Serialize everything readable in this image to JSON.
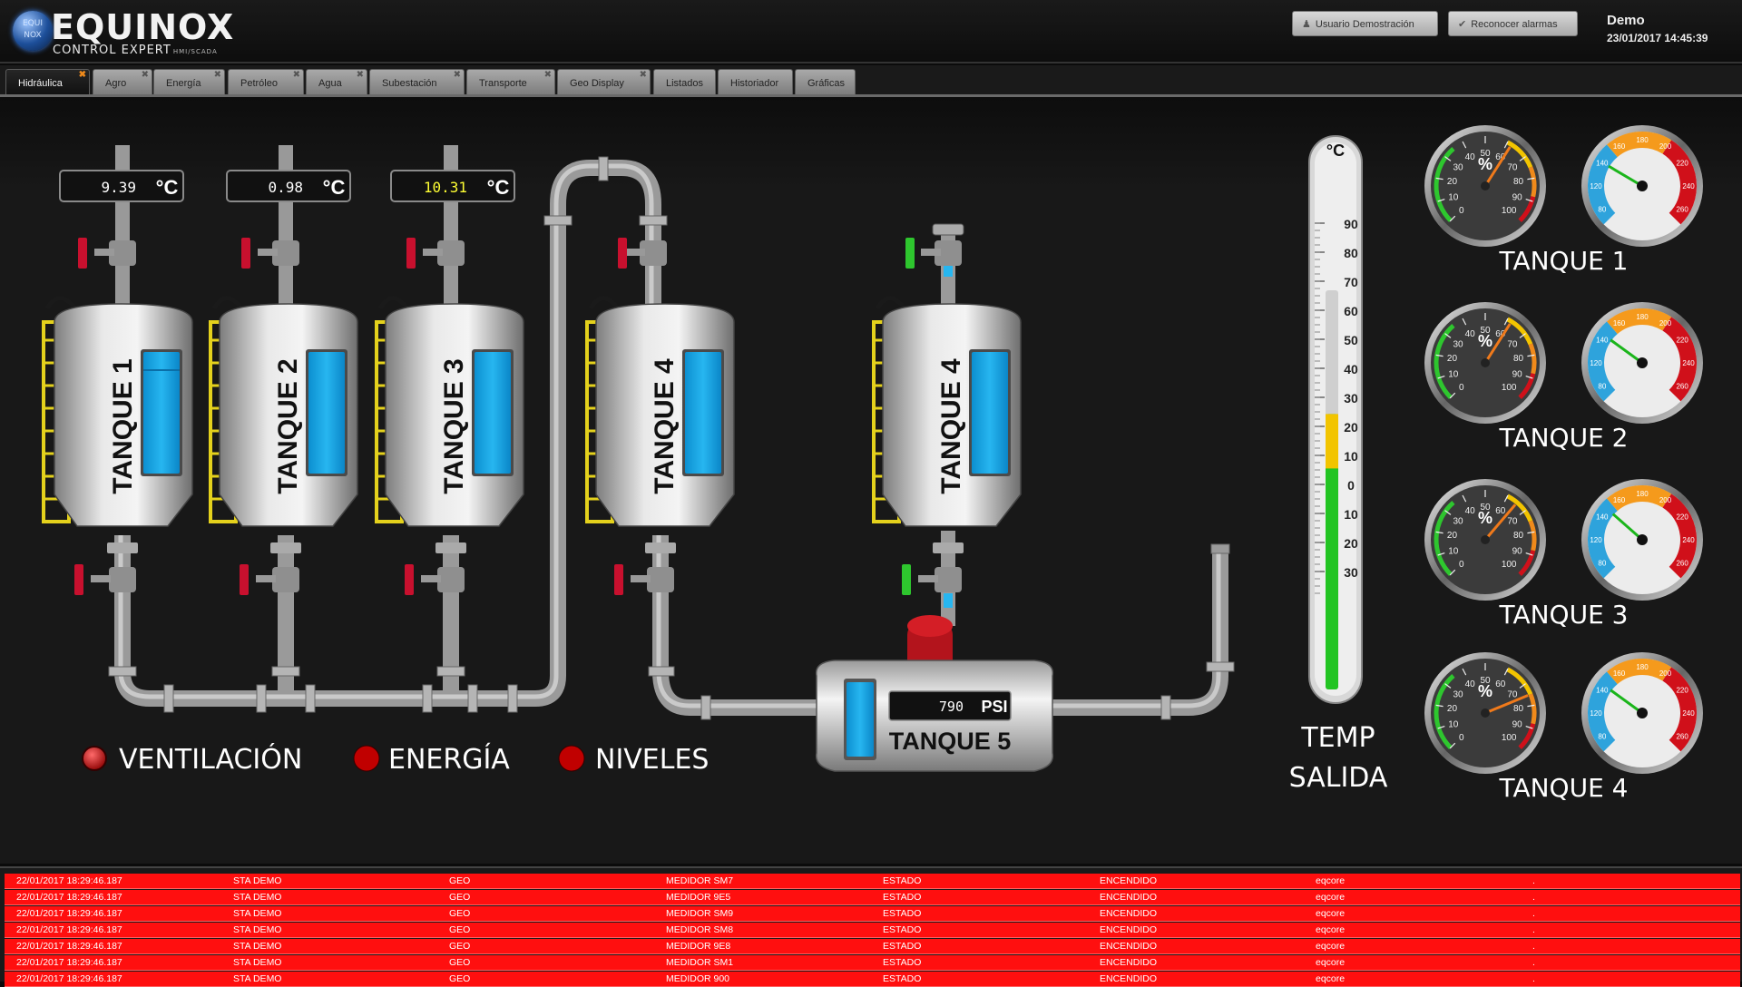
{
  "app": {
    "logo_title": "EQUINOX",
    "logo_subtitle": "CONTROL EXPERT",
    "logo_badge": "HMI/SCADA",
    "logo_ball_line1": "EQUI",
    "logo_ball_line2": "NOX"
  },
  "header": {
    "user_button": "Usuario Demostración",
    "ack_button": "Reconocer alarmas",
    "user_name": "Demo",
    "datetime": "23/01/2017 14:45:39"
  },
  "tabs": [
    {
      "label": "Hidráulica",
      "active": true
    },
    {
      "label": "Agro"
    },
    {
      "label": "Energía"
    },
    {
      "label": "Petróleo"
    },
    {
      "label": "Agua"
    },
    {
      "label": "Subestación"
    },
    {
      "label": "Transporte"
    },
    {
      "label": "Geo Display"
    },
    {
      "label": "Listados"
    },
    {
      "label": "Historiador"
    },
    {
      "label": "Gráficas"
    }
  ],
  "process": {
    "temps": [
      {
        "value": "9.39",
        "unit": "°C",
        "color": "#ffffff"
      },
      {
        "value": "0.98",
        "unit": "°C",
        "color": "#ffffff"
      },
      {
        "value": "10.31",
        "unit": "°C",
        "color": "#ffff33"
      }
    ],
    "tanks": [
      {
        "label": "TANQUE 1",
        "level": 0.85
      },
      {
        "label": "TANQUE 2",
        "level": 1.0
      },
      {
        "label": "TANQUE 3",
        "level": 1.0
      },
      {
        "label": "TANQUE 4",
        "level": 1.0
      },
      {
        "label": "TANQUE 4",
        "level": 1.0
      }
    ],
    "tank5": {
      "label": "TANQUE 5",
      "pressure": "790",
      "unit": "PSI"
    },
    "indicators": [
      {
        "label": "VENTILACIÓN",
        "color": "#d01010"
      },
      {
        "label": "ENERGÍA",
        "color": "#c00000"
      },
      {
        "label": "NIVELES",
        "color": "#c00000"
      }
    ],
    "valve_colors": {
      "closed": "#c8102e",
      "open": "#2ec62e"
    }
  },
  "thermometer": {
    "unit": "°C",
    "ticks": [
      "90",
      "80",
      "70",
      "60",
      "50",
      "40",
      "30",
      "20",
      "10",
      "0",
      "10",
      "20",
      "30"
    ],
    "level_fraction": 0.69,
    "label_line1": "TEMP",
    "label_line2": "SALIDA"
  },
  "gauges": {
    "percent_symbol": "%",
    "pct_ticks": [
      "10",
      "20",
      "30",
      "40",
      "50",
      "60",
      "70",
      "80",
      "90",
      "100",
      "0"
    ],
    "temp_ticks": [
      "80",
      "120",
      "140",
      "160",
      "180",
      "200",
      "220",
      "240",
      "260"
    ],
    "groups": [
      {
        "label": "TANQUE 1",
        "percent": 62,
        "temp": 0.28
      },
      {
        "label": "TANQUE 2",
        "percent": 62,
        "temp": 0.3
      },
      {
        "label": "TANQUE 3",
        "percent": 65,
        "temp": 0.32
      },
      {
        "label": "TANQUE 4",
        "percent": 75,
        "temp": 0.3
      }
    ]
  },
  "alarms": [
    [
      "22/01/2017 18:29:46.187",
      "STA DEMO",
      "GEO",
      "MEDIDOR SM7",
      "ESTADO",
      "ENCENDIDO",
      "eqcore",
      "."
    ],
    [
      "22/01/2017 18:29:46.187",
      "STA DEMO",
      "GEO",
      "MEDIDOR 9E5",
      "ESTADO",
      "ENCENDIDO",
      "eqcore",
      "."
    ],
    [
      "22/01/2017 18:29:46.187",
      "STA DEMO",
      "GEO",
      "MEDIDOR SM9",
      "ESTADO",
      "ENCENDIDO",
      "eqcore",
      "."
    ],
    [
      "22/01/2017 18:29:46.187",
      "STA DEMO",
      "GEO",
      "MEDIDOR SM8",
      "ESTADO",
      "ENCENDIDO",
      "eqcore",
      "."
    ],
    [
      "22/01/2017 18:29:46.187",
      "STA DEMO",
      "GEO",
      "MEDIDOR 9E8",
      "ESTADO",
      "ENCENDIDO",
      "eqcore",
      "."
    ],
    [
      "22/01/2017 18:29:46.187",
      "STA DEMO",
      "GEO",
      "MEDIDOR SM1",
      "ESTADO",
      "ENCENDIDO",
      "eqcore",
      "."
    ],
    [
      "22/01/2017 18:29:46.187",
      "STA DEMO",
      "GEO",
      "MEDIDOR 900",
      "ESTADO",
      "ENCENDIDO",
      "eqcore",
      "."
    ]
  ]
}
